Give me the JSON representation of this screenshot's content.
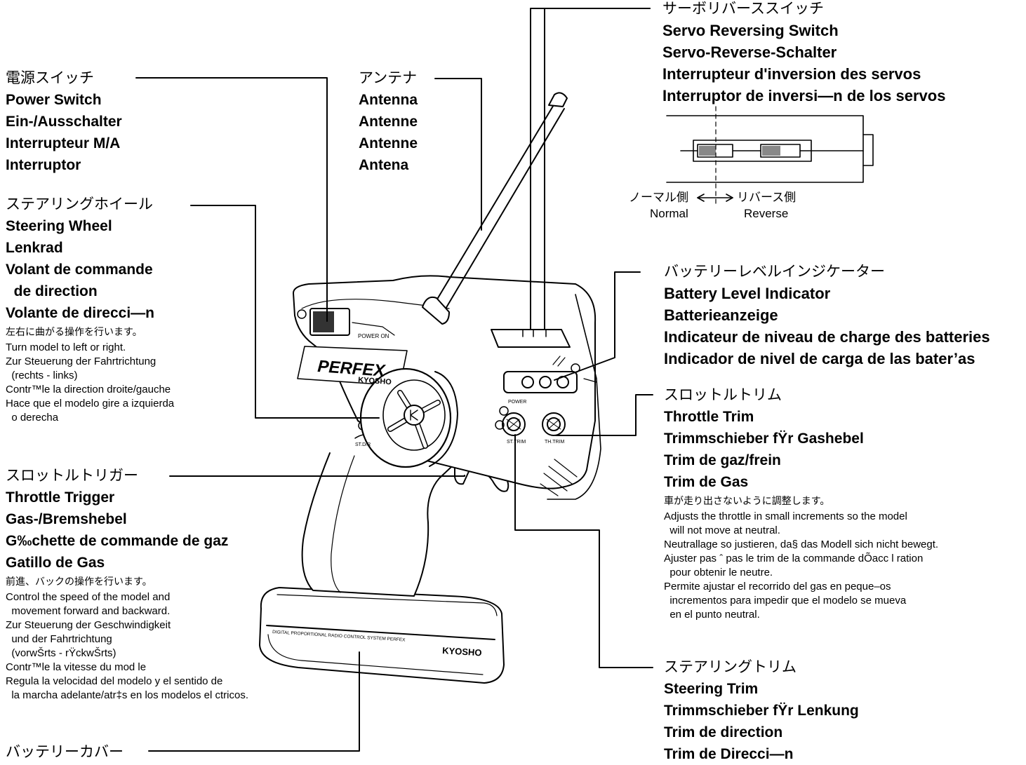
{
  "power_switch": {
    "jp": "電源スイッチ",
    "names": [
      "Power Switch",
      "Ein-/Ausschalter",
      "Interrupteur M/A",
      "Interruptor"
    ]
  },
  "antenna": {
    "jp": "アンテナ",
    "names": [
      "Antenna",
      "Antenne",
      "Antenne",
      "Antena"
    ]
  },
  "servo_reversing": {
    "jp": "サーボリバーススイッチ",
    "names": [
      "Servo Reversing Switch",
      "Servo-Reverse-Schalter",
      "Interrupteur d'inversion des servos",
      "Interruptor de inversi—n de los servos"
    ],
    "normal_jp": "ノーマル側",
    "reverse_jp": "リバース側",
    "normal": "Normal",
    "reverse": "Reverse"
  },
  "steering_wheel": {
    "jp": "ステアリングホイール",
    "names": [
      "Steering Wheel",
      "Lenkrad",
      "Volant de commande",
      "  de direction",
      "Volante de direcci—n"
    ],
    "desc_jp": "左右に曲がる操作を行います。",
    "desc": [
      "Turn model to left or right.",
      "Zur Steuerung der Fahrtrichtung",
      "  (rechts - links)",
      "Contr™le la direction droite/gauche",
      "Hace que el modelo gire a izquierda",
      "  o derecha"
    ]
  },
  "battery_level": {
    "jp": "バッテリーレベルインジケーター",
    "names": [
      "Battery Level Indicator",
      "Batterieanzeige",
      "Indicateur de niveau de charge des batteries",
      "Indicador de nivel de carga de las bater’as"
    ]
  },
  "throttle_trim": {
    "jp": "スロットルトリム",
    "names": [
      "Throttle Trim",
      "Trimmschieber fŸr Gashebel",
      "Trim de gaz/frein",
      "Trim de Gas"
    ],
    "desc_jp": "車が走り出さないように調整します。",
    "desc": [
      "Adjusts the throttle in small increments so the model",
      "  will not move at neutral.",
      "Neutrallage so justieren, da§ das Modell sich nicht bewegt.",
      "Ajuster pas ˆ pas le trim de la commande dÕacc l ration",
      "  pour obtenir le neutre.",
      "Permite ajustar el recorrido del gas en peque–os",
      "  incrementos para impedir que el modelo se mueva",
      "  en el punto neutral."
    ]
  },
  "throttle_trigger": {
    "jp": "スロットルトリガー",
    "names": [
      "Throttle Trigger",
      "Gas-/Bremshebel",
      "G‰chette de commande de gaz",
      "Gatillo de Gas"
    ],
    "desc_jp": "前進、バックの操作を行います。",
    "desc": [
      "Control the speed of the model and",
      "  movement forward and backward.",
      "Zur Steuerung der Geschwindigkeit",
      "  und der Fahrtrichtung",
      "  (vorwŠrts - rŸckwŠrts)",
      "Contr™le la vitesse du mod le",
      "Regula la velocidad del modelo y el sentido de",
      "  la marcha adelante/atr‡s en los modelos el ctricos."
    ]
  },
  "steering_trim": {
    "jp": "ステアリングトリム",
    "names": [
      "Steering Trim",
      "Trimmschieber fŸr Lenkung",
      "Trim de direction",
      "Trim de Direcci—n"
    ]
  },
  "battery_cover": {
    "jp": "バッテリーカバー"
  },
  "device_markings": {
    "power_on": "POWER ON",
    "brand": "PERFEX",
    "maker": "KYOSHO",
    "power": "POWER",
    "st_dr": "ST.D/R",
    "st_trim": "ST.TRIM",
    "th_trim": "TH.TRIM",
    "base_text": "DIGITAL PROPORTIONAL RADIO CONTROL SYSTEM PERFEX",
    "base_logo": "KYOSHO"
  }
}
